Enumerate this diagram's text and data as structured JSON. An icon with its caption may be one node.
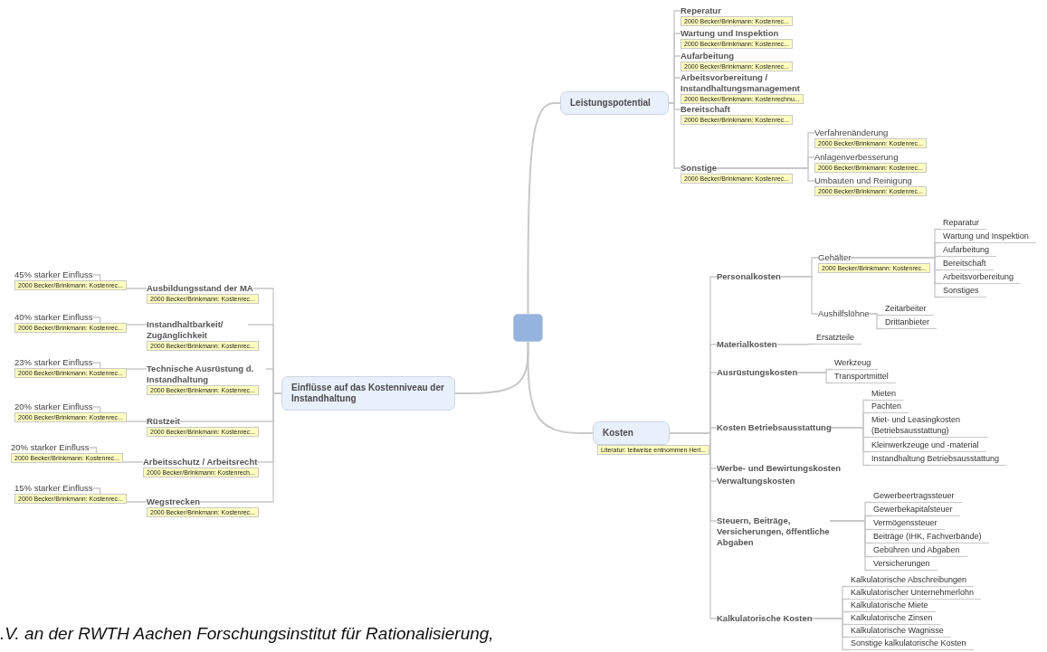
{
  "diagram": {
    "nodes": [
      {
        "text": [],
        "shape": "box"
      },
      {
        "text": [
          "Leistungspotential"
        ]
      },
      {
        "text": [
          "Reperatur"
        ],
        "beside": [
          "2000 Becker/Brinkmann: Kostenrec..."
        ]
      },
      {
        "text": [
          "Wartung und Inspektion"
        ],
        "beside": [
          "2000 Becker/Brinkmann: Kostenrec..."
        ]
      },
      {
        "text": [
          "Aufarbeitung"
        ],
        "beside": [
          "2000 Becker/Brinkmann: Kostenrec..."
        ]
      },
      {
        "text": [
          "Arbeitsvorbereitung / Instandhaltungsmanagement"
        ],
        "beside": [
          "2000 Becker/Brinkmann: Kostenrechnu..."
        ]
      },
      {
        "text": [
          "Bereitschaft"
        ],
        "beside": [
          "2000 Becker/Brinkmann: Kostenrec..."
        ]
      },
      {
        "text": [
          "Sonstige"
        ],
        "beside": [
          "2000 Becker/Brinkmann: Kostenrec..."
        ]
      },
      {
        "text": [
          "Verfahrenänderung"
        ],
        "beside": [
          "2000 Becker/Brinkmann: Kostenrec..."
        ]
      },
      {
        "text": [
          "Anlagenverbesserung"
        ],
        "beside": [
          "2000 Becker/Brinkmann: Kostenrec..."
        ]
      },
      {
        "text": [
          "Umbauten und Reinigung"
        ],
        "beside": [
          "2000 Becker/Brinkmann: Kostenrec..."
        ]
      },
      {
        "text": [
          "Kosten"
        ],
        "beside": [
          "Literatur: teilweise entnommen Herl..."
        ]
      },
      {
        "text": [
          "Personalkosten"
        ]
      },
      {
        "text": [
          "Gehälter"
        ],
        "beside": [
          "2000 Becker/Brinkmann: Kostenrec..."
        ]
      },
      {
        "text": [
          "Reparatur"
        ]
      },
      {
        "text": [
          "Wartung und Inspektion"
        ]
      },
      {
        "text": [
          "Aufarbeitung"
        ]
      },
      {
        "text": [
          "Bereitschaft"
        ]
      },
      {
        "text": [
          "Arbeitsvorbereitung"
        ]
      },
      {
        "text": [
          "Sonstiges"
        ]
      },
      {
        "text": [
          "Aushilfslöhne"
        ]
      },
      {
        "text": [
          "Zeitarbeiter"
        ]
      },
      {
        "text": [
          "Drittanbieter"
        ]
      },
      {
        "text": [
          "Materialkosten"
        ]
      },
      {
        "text": [
          "Ersatzteile"
        ]
      },
      {
        "text": [
          "Ausrüstungskosten"
        ]
      },
      {
        "text": [
          "Werkzeug"
        ]
      },
      {
        "text": [
          "Transportmittel"
        ]
      },
      {
        "text": [
          "Kosten Betriebsausstattung"
        ]
      },
      {
        "text": [
          "Mieten"
        ]
      },
      {
        "text": [
          "Pachten"
        ]
      },
      {
        "text": [
          "Miet- und Leasingkosten (Betriebsausstattung)"
        ]
      },
      {
        "text": [
          "Kleinwerkzeuge und -material"
        ]
      },
      {
        "text": [
          "Instandhaltung Betriebsausstattung"
        ]
      },
      {
        "text": [
          "Werbe- und Bewirtungskosten"
        ]
      },
      {
        "text": [
          "Verwaltungskosten"
        ]
      },
      {
        "text": [
          "Steuern, Beiträge, Versicherungen, öffentliche Abgaben"
        ]
      },
      {
        "text": [
          "Gewerbeertragssteuer"
        ]
      },
      {
        "text": [
          "Gewerbekapitalsteuer"
        ]
      },
      {
        "text": [
          "Vermögenssteuer"
        ]
      },
      {
        "text": [
          "Beiträge (IHK, Fachverbände)"
        ]
      },
      {
        "text": [
          "Gebühren und Abgaben"
        ]
      },
      {
        "text": [
          "Versicherungen"
        ]
      },
      {
        "text": [
          "Kalkulatorische Kosten"
        ]
      },
      {
        "text": [
          "Kalkulatorische Abschreibungen"
        ]
      },
      {
        "text": [
          "Kalkulatorischer Unternehmerlohn"
        ]
      },
      {
        "text": [
          "Kalkulatorische Miete"
        ]
      },
      {
        "text": [
          "Kalkulatorische Zinsen"
        ]
      },
      {
        "text": [
          "Kalkulatorische Wagnisse"
        ]
      },
      {
        "text": [
          "Sonstige kalkulatorische Kosten"
        ]
      },
      {
        "text": [
          "Einflüsse auf das Kostenniveau der Instandhaltung"
        ]
      },
      {
        "text": [
          "Ausbildungsstand der MA"
        ],
        "beside": [
          "2000 Becker/Brinkmann: Kostenrec..."
        ]
      },
      {
        "text": [
          "45% starker Einfluss"
        ],
        "beside": [
          "2000 Becker/Brinkmann: Kostenrec..."
        ]
      },
      {
        "text": [
          "Instandhaltbarkeit/ Zugänglichkeit"
        ],
        "beside": [
          "2000 Becker/Brinkmann: Kostenrec..."
        ]
      },
      {
        "text": [
          "40% starker Einfluss"
        ],
        "beside": [
          "2000 Becker/Brinkmann: Kostenrec..."
        ]
      },
      {
        "text": [
          "Technische Ausrüstung d. Instandhaltung"
        ],
        "beside": [
          "2000 Becker/Brinkmann: Kostenrec..."
        ]
      },
      {
        "text": [
          "23% starker Einfluss"
        ],
        "beside": [
          "2000 Becker/Brinkmann: Kostenrec..."
        ]
      },
      {
        "text": [
          "Rüstzeit"
        ],
        "beside": [
          "2000 Becker/Brinkmann: Kostenrec..."
        ]
      },
      {
        "text": [
          "20% starker Einfluss"
        ],
        "beside": [
          "2000 Becker/Brinkmann: Kostenrec..."
        ]
      },
      {
        "text": [
          "Arbeitsschutz / Arbeitsrecht"
        ],
        "beside": [
          "2000 Becker/Brinkmann: Kostenrech..."
        ]
      },
      {
        "text": [
          "20% starker Einfluss"
        ],
        "beside": [
          "2000 Becker/Brinkmann: Kostenrec..."
        ]
      },
      {
        "text": [
          "Wegstrecken"
        ],
        "beside": [
          "2000 Becker/Brinkmann: Kostenrec..."
        ]
      },
      {
        "text": [
          "15% starker Einfluss"
        ],
        "beside": [
          "2000 Becker/Brinkmann: Kostenrec..."
        ]
      }
    ],
    "edges": [
      {
        "from": 0,
        "to": 1,
        "arrow": "none"
      },
      {
        "from": 0,
        "to": 11,
        "arrow": "none"
      },
      {
        "from": 0,
        "to": 50,
        "arrow": "none"
      },
      {
        "from": 1,
        "to": 2,
        "arrow": "none"
      },
      {
        "from": 1,
        "to": 3,
        "arrow": "none"
      },
      {
        "from": 1,
        "to": 4,
        "arrow": "none"
      },
      {
        "from": 1,
        "to": 5,
        "arrow": "none"
      },
      {
        "from": 1,
        "to": 6,
        "arrow": "none"
      },
      {
        "from": 1,
        "to": 7,
        "arrow": "none"
      },
      {
        "from": 7,
        "to": 8,
        "arrow": "none"
      },
      {
        "from": 7,
        "to": 9,
        "arrow": "none"
      },
      {
        "from": 7,
        "to": 10,
        "arrow": "none"
      },
      {
        "from": 11,
        "to": 12,
        "arrow": "none"
      },
      {
        "from": 11,
        "to": 23,
        "arrow": "none"
      },
      {
        "from": 11,
        "to": 25,
        "arrow": "none"
      },
      {
        "from": 11,
        "to": 28,
        "arrow": "none"
      },
      {
        "from": 11,
        "to": 34,
        "arrow": "none"
      },
      {
        "from": 11,
        "to": 35,
        "arrow": "none"
      },
      {
        "from": 11,
        "to": 36,
        "arrow": "none"
      },
      {
        "from": 11,
        "to": 43,
        "arrow": "none"
      },
      {
        "from": 12,
        "to": 13,
        "arrow": "none"
      },
      {
        "from": 12,
        "to": 20,
        "arrow": "none"
      },
      {
        "from": 13,
        "to": 14,
        "arrow": "none"
      },
      {
        "from": 13,
        "to": 15,
        "arrow": "none"
      },
      {
        "from": 13,
        "to": 16,
        "arrow": "none"
      },
      {
        "from": 13,
        "to": 17,
        "arrow": "none"
      },
      {
        "from": 13,
        "to": 18,
        "arrow": "none"
      },
      {
        "from": 13,
        "to": 19,
        "arrow": "none"
      },
      {
        "from": 20,
        "to": 21,
        "arrow": "none"
      },
      {
        "from": 20,
        "to": 22,
        "arrow": "none"
      },
      {
        "from": 23,
        "to": 24,
        "arrow": "none"
      },
      {
        "from": 25,
        "to": 26,
        "arrow": "none"
      },
      {
        "from": 25,
        "to": 27,
        "arrow": "none"
      },
      {
        "from": 28,
        "to": 29,
        "arrow": "none"
      },
      {
        "from": 28,
        "to": 30,
        "arrow": "none"
      },
      {
        "from": 28,
        "to": 31,
        "arrow": "none"
      },
      {
        "from": 28,
        "to": 32,
        "arrow": "none"
      },
      {
        "from": 28,
        "to": 33,
        "arrow": "none"
      },
      {
        "from": 36,
        "to": 37,
        "arrow": "none"
      },
      {
        "from": 36,
        "to": 38,
        "arrow": "none"
      },
      {
        "from": 36,
        "to": 39,
        "arrow": "none"
      },
      {
        "from": 36,
        "to": 40,
        "arrow": "none"
      },
      {
        "from": 36,
        "to": 41,
        "arrow": "none"
      },
      {
        "from": 36,
        "to": 42,
        "arrow": "none"
      },
      {
        "from": 43,
        "to": 44,
        "arrow": "none"
      },
      {
        "from": 43,
        "to": 45,
        "arrow": "none"
      },
      {
        "from": 43,
        "to": 46,
        "arrow": "none"
      },
      {
        "from": 43,
        "to": 47,
        "arrow": "none"
      },
      {
        "from": 43,
        "to": 48,
        "arrow": "none"
      },
      {
        "from": 43,
        "to": 49,
        "arrow": "none"
      },
      {
        "from": 50,
        "to": 51,
        "arrow": "none"
      },
      {
        "from": 50,
        "to": 53,
        "arrow": "none"
      },
      {
        "from": 50,
        "to": 55,
        "arrow": "none"
      },
      {
        "from": 50,
        "to": 57,
        "arrow": "none"
      },
      {
        "from": 50,
        "to": 59,
        "arrow": "none"
      },
      {
        "from": 50,
        "to": 61,
        "arrow": "none"
      },
      {
        "from": 51,
        "to": 52,
        "arrow": "none"
      },
      {
        "from": 53,
        "to": 54,
        "arrow": "none"
      },
      {
        "from": 55,
        "to": 56,
        "arrow": "none"
      },
      {
        "from": 57,
        "to": 58,
        "arrow": "none"
      },
      {
        "from": 59,
        "to": 60,
        "arrow": "none"
      },
      {
        "from": 61,
        "to": 62,
        "arrow": "none"
      }
    ],
    "labels": [
      ".V. an der RWTH Aachen Forschungsinstitut für Rationalisierung,"
    ]
  }
}
